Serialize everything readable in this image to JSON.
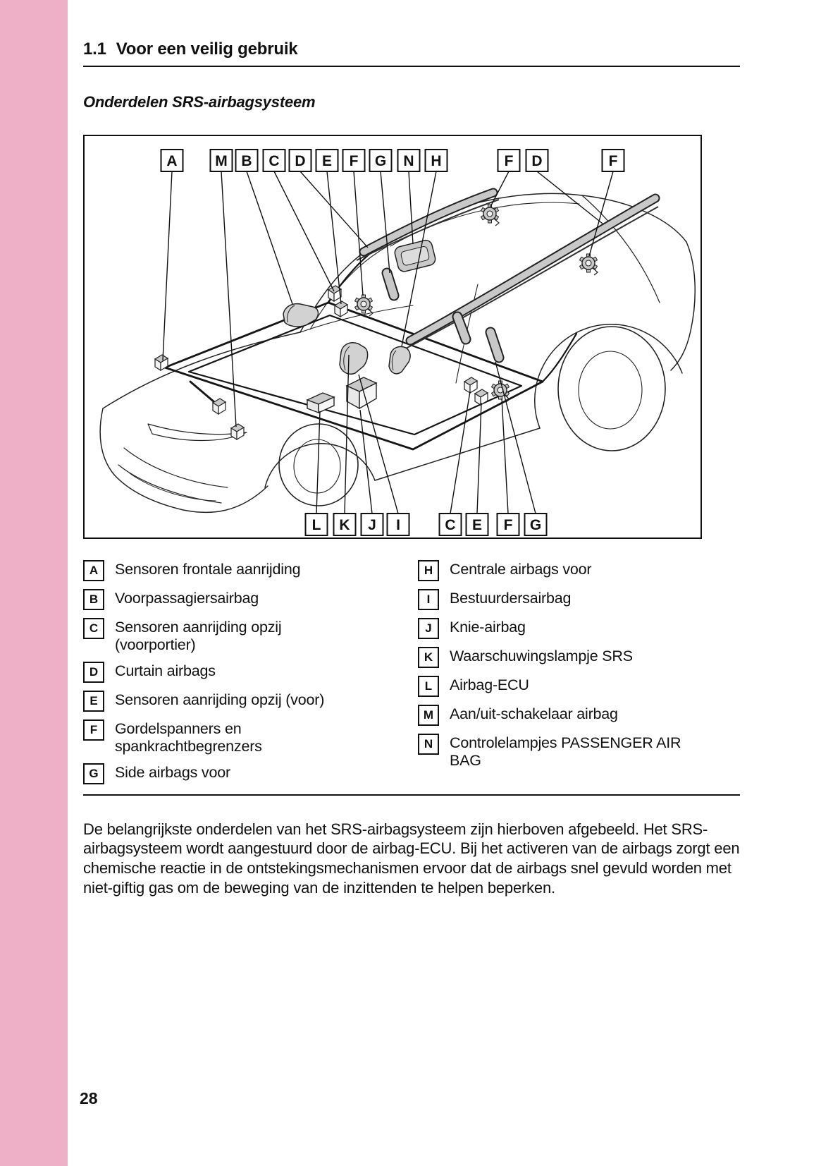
{
  "page": {
    "section_number": "1.1",
    "section_title": "Voor een veilig gebruik",
    "subsection_title": "Onderdelen SRS-airbagsysteem",
    "page_number": "28",
    "accent_color": "#edb0c7"
  },
  "diagram": {
    "top_labels": [
      "A",
      "M",
      "B",
      "C",
      "D",
      "E",
      "F",
      "G",
      "N",
      "H",
      "F",
      "D",
      "F"
    ],
    "bottom_labels": [
      "L",
      "K",
      "J",
      "I",
      "C",
      "E",
      "F",
      "G"
    ]
  },
  "legend": {
    "left": [
      {
        "key": "A",
        "text": "Sensoren frontale aanrijding"
      },
      {
        "key": "B",
        "text": "Voorpassagiersairbag"
      },
      {
        "key": "C",
        "text": "Sensoren aanrijding opzij (voorportier)"
      },
      {
        "key": "D",
        "text": "Curtain airbags"
      },
      {
        "key": "E",
        "text": "Sensoren aanrijding opzij (voor)"
      },
      {
        "key": "F",
        "text": "Gordelspanners en spankrachtbegrenzers"
      },
      {
        "key": "G",
        "text": "Side airbags voor"
      }
    ],
    "right": [
      {
        "key": "H",
        "text": "Centrale airbags voor"
      },
      {
        "key": "I",
        "text": "Bestuurdersairbag"
      },
      {
        "key": "J",
        "text": "Knie-airbag"
      },
      {
        "key": "K",
        "text": "Waarschuwingslampje SRS"
      },
      {
        "key": "L",
        "text": "Airbag-ECU"
      },
      {
        "key": "M",
        "text": "Aan/uit-schakelaar airbag"
      },
      {
        "key": "N",
        "text": "Controlelampjes PASSENGER AIR BAG"
      }
    ]
  },
  "body_text": "De belangrijkste onderdelen van het SRS-airbagsysteem zijn hierboven afgebeeld. Het SRS-airbagsysteem wordt aangestuurd door de airbag-ECU. Bij het activeren van de airbags zorgt een chemische reactie in de ontstekingsmechanismen ervoor dat de airbags snel gevuld worden met niet-giftig gas om de beweging van de inzittenden te helpen beperken."
}
